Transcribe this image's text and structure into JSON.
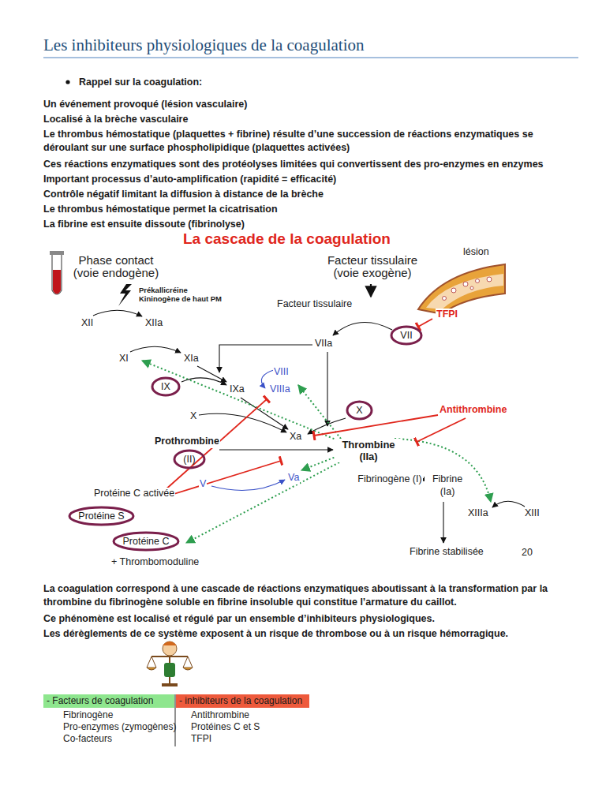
{
  "diagram": {
    "title": "Les inhibiteurs physiologiques de la coagulation",
    "nodes": [
      {
        "text": [
          "VII"
        ]
      },
      {
        "text": [
          "IX"
        ]
      },
      {
        "text": [
          "X"
        ]
      },
      {
        "text": [
          "(II)"
        ]
      },
      {
        "text": [
          "Protéine S"
        ]
      },
      {
        "text": [
          "Protéine C"
        ]
      },
      {
        "text": [
          "- Facteurs de coagulation"
        ]
      },
      {
        "text": [
          "- inhibiteurs de la coagulation"
        ]
      }
    ],
    "labels": [
      "Rappel sur la coagulation:",
      "Un événement provoqué (lésion vasculaire)",
      "Localisé à la brèche vasculaire",
      "Le thrombus hémostatique (plaquettes + fibrine) résulte d’une succession de réactions enzymatiques se déroulant sur une surface phospholipidique (plaquettes activées)",
      "Ces réactions enzymatiques sont des protéolyses limitées qui convertissent des pro-enzymes en enzymes",
      "Important processus d’auto-amplification (rapidité = efficacité)",
      "Contrôle négatif limitant la diffusion à distance de la brèche",
      "Le thrombus hémostatique permet la cicatrisation",
      "La fibrine est ensuite dissoute (fibrinolyse)",
      "La cascade de la coagulation",
      "Phase contact (voie endogène)",
      "Prékallicréine Kininogène de haut PM",
      "Facteur tissulaire (voie exogène)",
      "lésion",
      "Facteur tissulaire",
      "TFPI",
      "XII",
      "XIIa",
      "VIIa",
      "XI",
      "XIa",
      "VIII",
      "VIIIa",
      "IXa",
      "X",
      "Xa",
      "Antithrombine",
      "Prothrombine",
      "Thrombine (IIa)",
      "Va",
      "V",
      "Protéine C activée",
      "Fibrinogène (I)",
      "Fibrine (Ia)",
      "XIIIa",
      "XIII",
      "Fibrine stabilisée",
      "+ Thrombomoduline",
      "20",
      "La coagulation correspond à une cascade de réactions enzymatiques aboutissant à la transformation par la thrombine du fibrinogène soluble en fibrine insoluble qui constitue l’armature du caillot.",
      "Ce phénomène est localisé et régulé par un ensemble d’inhibiteurs physiologiques.",
      "Les dérèglements de ce système exposent à un risque de thrombose ou à un risque hémorragique.",
      "Fibrinogène",
      "Pro-enzymes (zymogènes)",
      "Co-facteurs",
      "Antithrombine",
      "Protéines C et S",
      "TFPI"
    ]
  }
}
